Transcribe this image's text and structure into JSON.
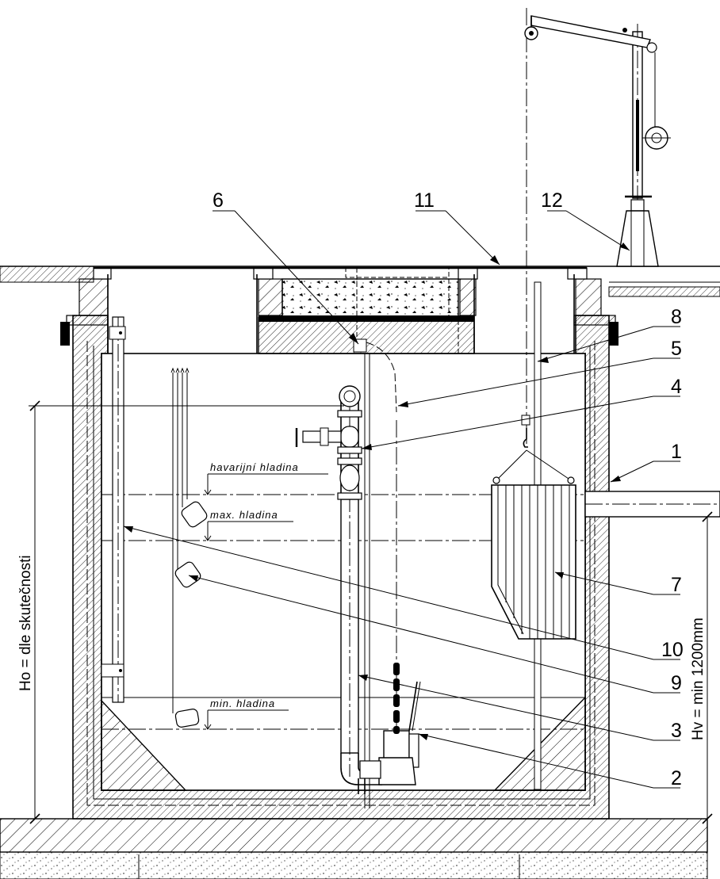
{
  "callouts": {
    "c1": "1",
    "c2": "2",
    "c3": "3",
    "c4": "4",
    "c5": "5",
    "c6": "6",
    "c7": "7",
    "c8": "8",
    "c9": "9",
    "c10": "10",
    "c11": "11",
    "c12": "12"
  },
  "levels": {
    "emergency": "havarijní hladina",
    "max": "max. hladina",
    "min": "min. hladina"
  },
  "dimensions": {
    "depth": "Ho = dle skutečnosti",
    "inlet_height": "Hv = min 1200mm"
  },
  "colors": {
    "line": "#000000",
    "hatch": "#000000",
    "background": "#ffffff"
  }
}
